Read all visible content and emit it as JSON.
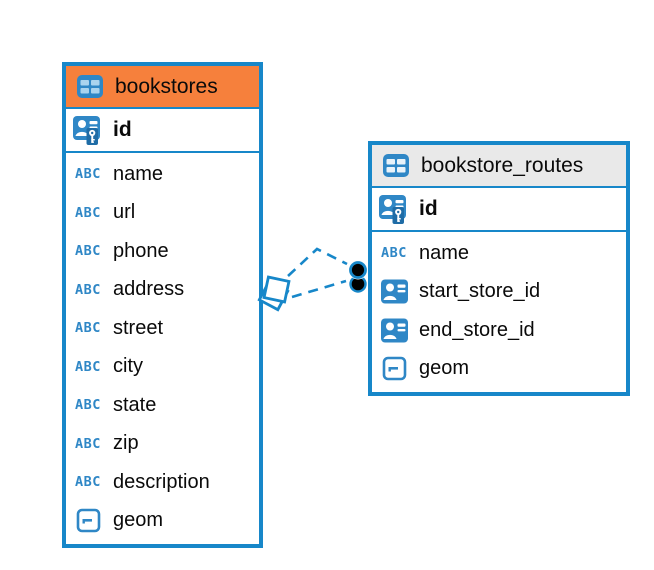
{
  "colors": {
    "blue": "#1787C9",
    "orange": "#F6803C",
    "gray-header": "#E9E9E9",
    "icon-blue": "#2F87C6",
    "icon-blue-dark": "#1F6CA6",
    "text": "#0A0A0A",
    "bg": "#FFFFFF"
  },
  "icons": {
    "text_type_glyph": "ABC",
    "table_icon": "table-grid",
    "primary_key_icon": "user-key",
    "foreign_key_icon": "user-badge",
    "geometry_icon": "geometry-box"
  },
  "tables": [
    {
      "name": "bookstores",
      "header_style": "orange",
      "primary_key": "id",
      "fields": [
        {
          "name": "name",
          "type": "text"
        },
        {
          "name": "url",
          "type": "text"
        },
        {
          "name": "phone",
          "type": "text"
        },
        {
          "name": "address",
          "type": "text"
        },
        {
          "name": "street",
          "type": "text"
        },
        {
          "name": "city",
          "type": "text"
        },
        {
          "name": "state",
          "type": "text"
        },
        {
          "name": "zip",
          "type": "text"
        },
        {
          "name": "description",
          "type": "text"
        },
        {
          "name": "geom",
          "type": "geometry"
        }
      ]
    },
    {
      "name": "bookstore_routes",
      "header_style": "gray",
      "primary_key": "id",
      "fields": [
        {
          "name": "name",
          "type": "text"
        },
        {
          "name": "start_store_id",
          "type": "foreign-key"
        },
        {
          "name": "end_store_id",
          "type": "foreign-key"
        },
        {
          "name": "geom",
          "type": "geometry"
        }
      ]
    }
  ],
  "relationships": [
    {
      "from": "bookstores",
      "to": "bookstore_routes",
      "via": "start_store_id",
      "line": "dashed",
      "from_marker": "diamond",
      "to_marker": "filled-circle"
    },
    {
      "from": "bookstores",
      "to": "bookstore_routes",
      "via": "end_store_id",
      "line": "dashed",
      "from_marker": "diamond",
      "to_marker": "filled-circle"
    }
  ]
}
